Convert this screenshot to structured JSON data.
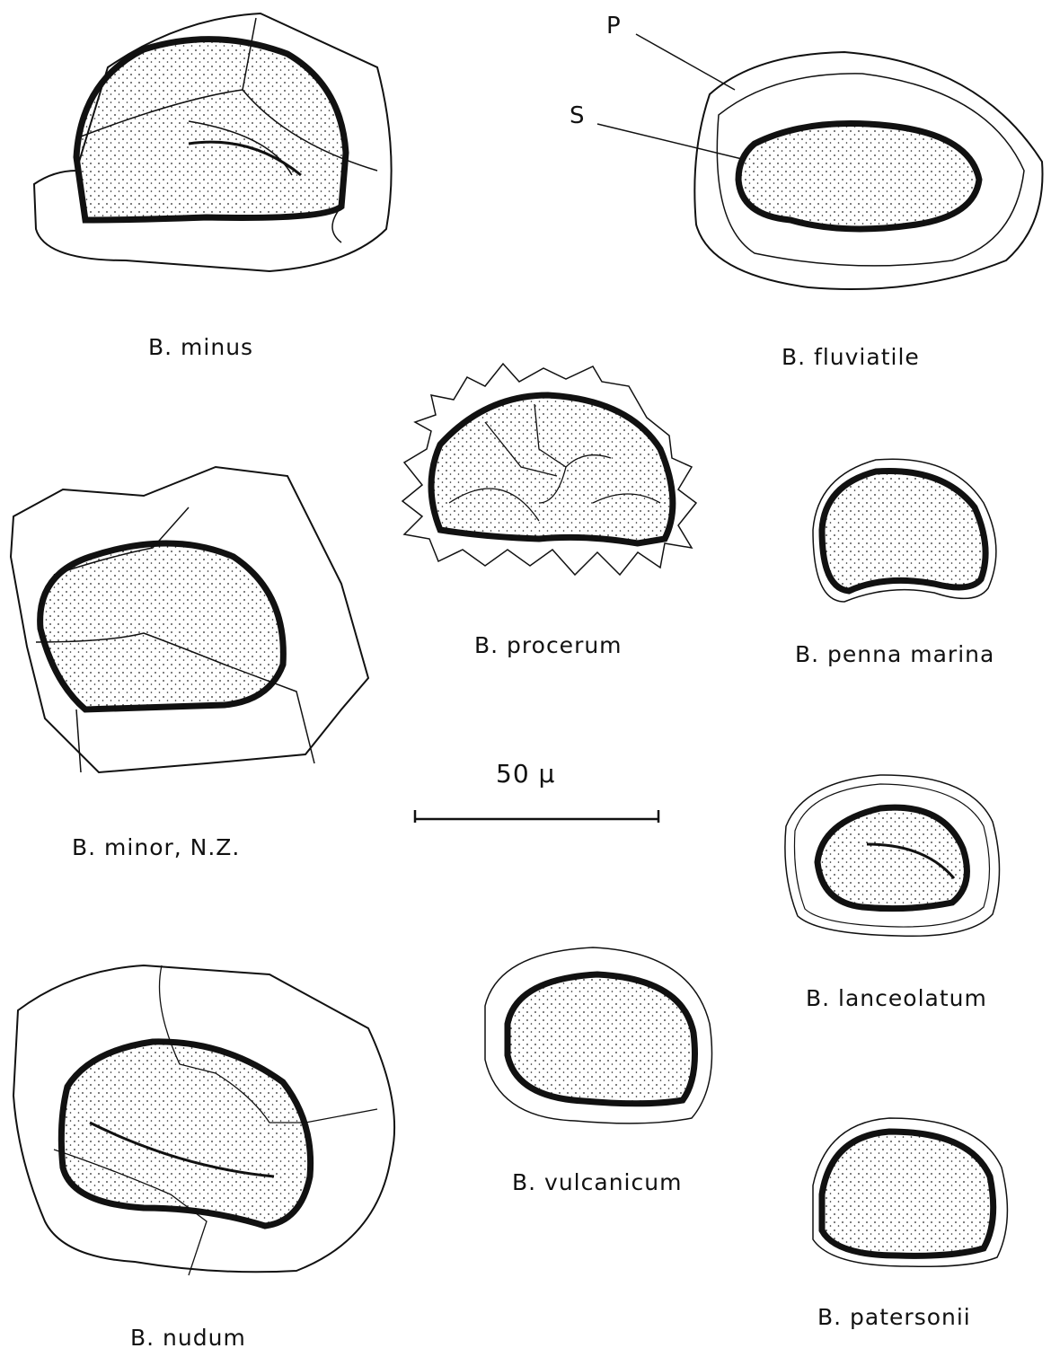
{
  "figure": {
    "labels": {
      "minus": "B. minus",
      "fluviatile": "B. fluviatile",
      "procerum": "B. procerum",
      "penna_marina": "B. penna marina",
      "minor": "B. minor, N.Z.",
      "lanceolatum": "B. lanceolatum",
      "nudum": "B. nudum",
      "vulcanicum": "B. vulcanicum",
      "patersonii": "B. patersonii"
    },
    "annotations": {
      "perine": "P",
      "spore": "S"
    },
    "scale_bar": {
      "label": "50 μ"
    }
  }
}
